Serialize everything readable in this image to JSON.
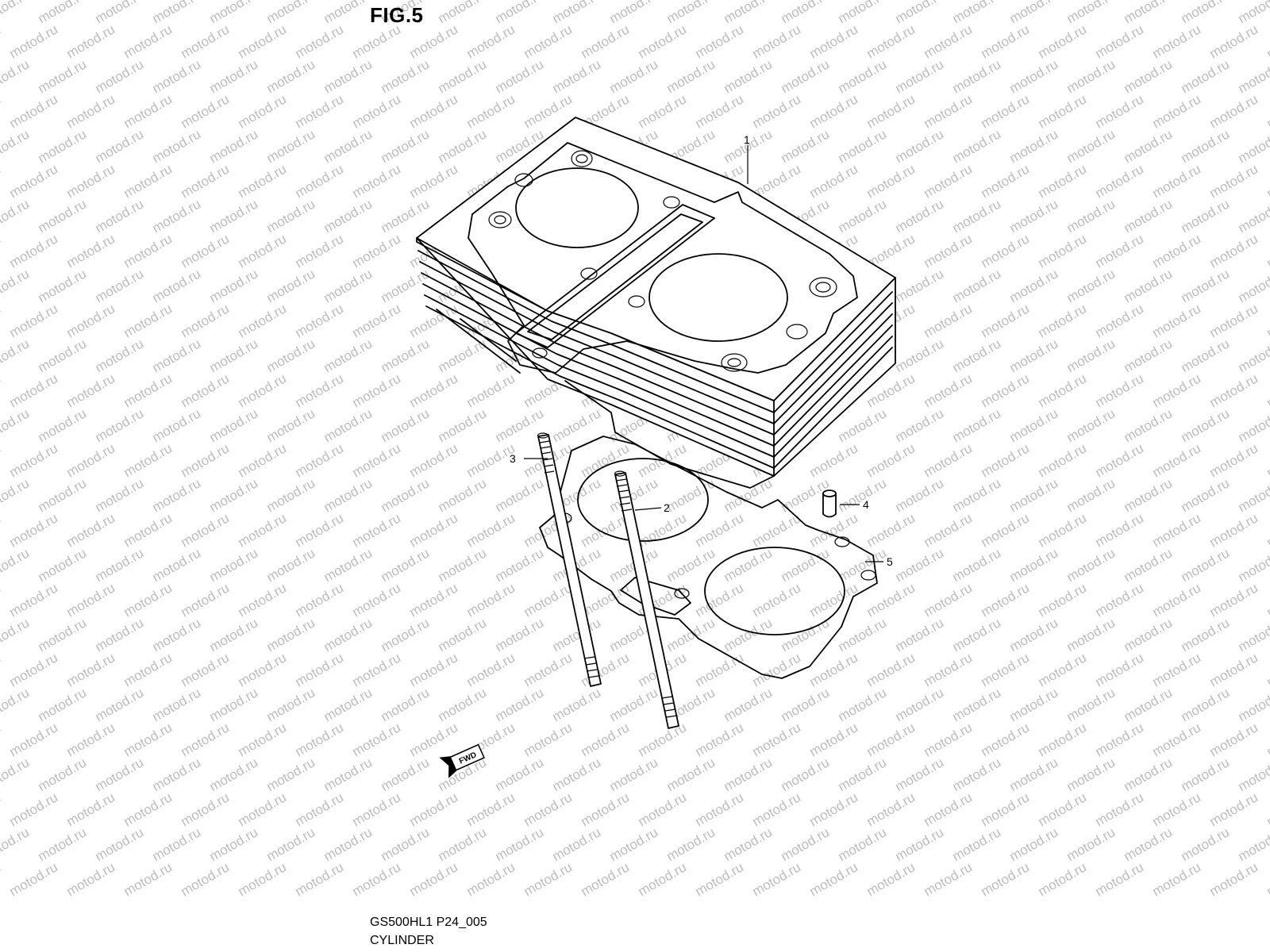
{
  "figure": {
    "title": "FIG.5"
  },
  "watermark": {
    "text": "motod.ru",
    "color": "#bdbdbd"
  },
  "parts": [
    {
      "ref": "1",
      "part": "cylinder"
    },
    {
      "ref": "2",
      "part": "stud-bolt"
    },
    {
      "ref": "3",
      "part": "stud-bolt"
    },
    {
      "ref": "4",
      "part": "dowel-pin"
    },
    {
      "ref": "5",
      "part": "cylinder-base-gasket"
    }
  ],
  "fwd_marker": {
    "label": "FWD"
  },
  "footer": {
    "code": "GS500HL1 P24_005",
    "name": "CYLINDER"
  }
}
